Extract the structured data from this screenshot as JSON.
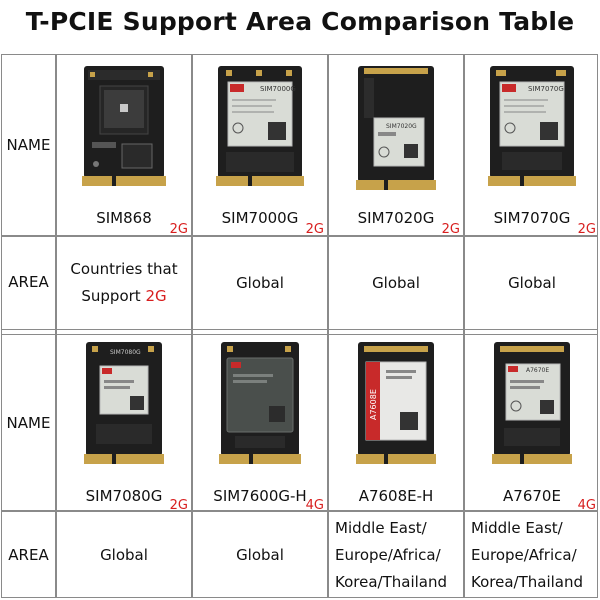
{
  "title": "T-PCIE Support Area Comparison Table",
  "row_headers": {
    "name": "NAME",
    "area": "AREA"
  },
  "modules_top": [
    {
      "name": "SIM868",
      "generation": "2G",
      "chip_text": ""
    },
    {
      "name": "SIM7000G",
      "generation": "2G",
      "chip_text": "SIM7000G"
    },
    {
      "name": "SIM7020G",
      "generation": "2G",
      "chip_text": "SIM7020G"
    },
    {
      "name": "SIM7070G",
      "generation": "2G",
      "chip_text": "SIM7070G"
    }
  ],
  "areas_top": [
    {
      "line1": "Countries that",
      "line2": "Support",
      "line2_highlight": "2G"
    },
    {
      "text": "Global"
    },
    {
      "text": "Global"
    },
    {
      "text": "Global"
    }
  ],
  "modules_bottom": [
    {
      "name": "SIM7080G",
      "generation": "2G",
      "chip_text": "SIM7080G"
    },
    {
      "name": "SIM7600G-H",
      "generation": "4G",
      "chip_text": ""
    },
    {
      "name": "A7608E-H",
      "generation": "",
      "chip_text": "A7608E"
    },
    {
      "name": "A7670E",
      "generation": "4G",
      "chip_text": "A7670E"
    }
  ],
  "areas_bottom": [
    {
      "text": "Global"
    },
    {
      "text": "Global"
    },
    {
      "line1": "Middle East/",
      "line2": "Europe/Africa/",
      "line3": "Korea/Thailand"
    },
    {
      "line1": "Middle East/",
      "line2": "Europe/Africa/",
      "line3": "Korea/Thailand"
    }
  ],
  "colors": {
    "accent_red": "#d81e1e",
    "grid": "#8a8a8a",
    "pcb": "#1e1e1e",
    "shield": "#d9dcd6",
    "gold": "#c7a24a"
  }
}
